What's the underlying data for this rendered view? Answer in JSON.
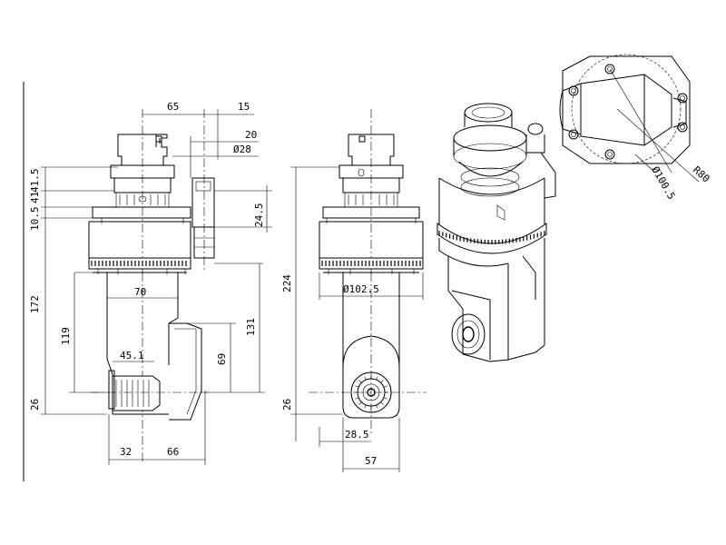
{
  "dimensions": {
    "side_view": {
      "d65": "65",
      "d15": "15",
      "d20": "20",
      "d28": "Ø28",
      "d41_5": "41.5",
      "d41": "41",
      "d10_5": "10.5",
      "d24_5": "24.5",
      "d172": "172",
      "d70": "70",
      "d119": "119",
      "d131": "131",
      "d69": "69",
      "d45_1": "45.1",
      "d26": "26",
      "d32": "32",
      "d66": "66"
    },
    "front_view": {
      "d224": "224",
      "d102_5": "Ø102.5",
      "d26": "26",
      "d28_5": "28.5",
      "d57": "57"
    },
    "top_detail": {
      "d100_5": "Ø100.5",
      "r": "R80"
    }
  },
  "colors": {
    "line": "#000000",
    "background": "#ffffff"
  }
}
